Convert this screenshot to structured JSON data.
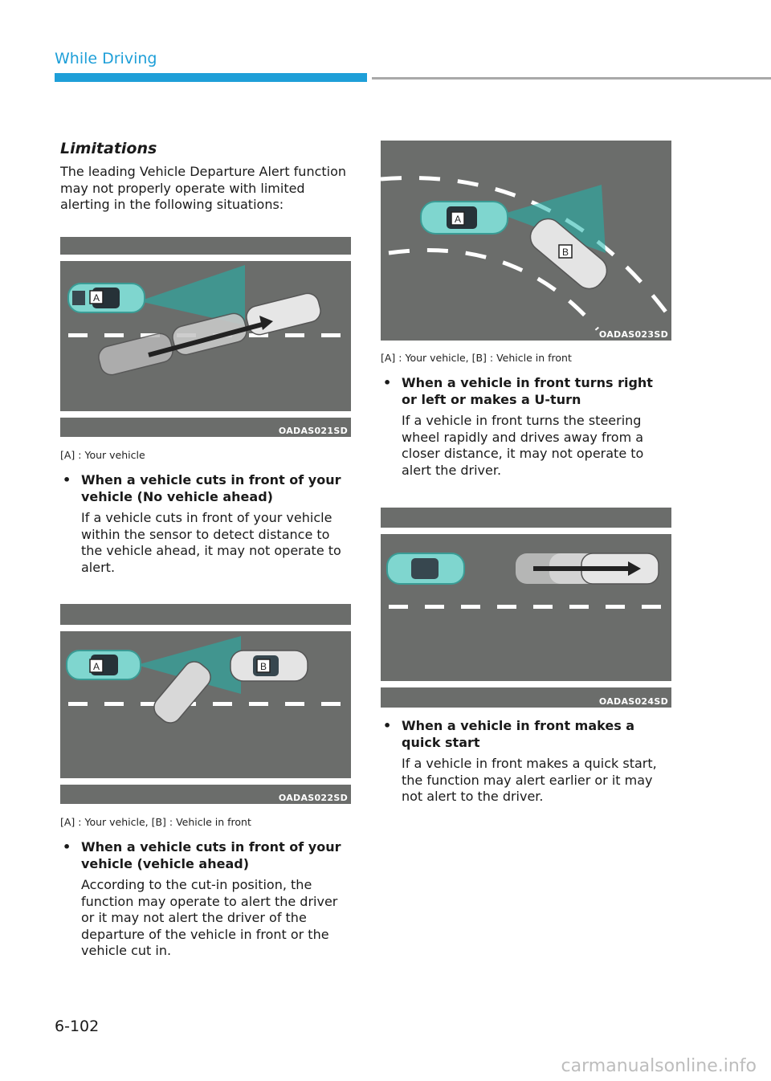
{
  "header": {
    "section": "While Driving"
  },
  "left": {
    "heading": "Limitations",
    "intro": "The leading Vehicle Departure Alert function may not properly operate with limited alerting in the following situations:"
  },
  "figures": [
    {
      "code": "OADAS021SD",
      "caption": "[A] : Your vehicle",
      "labels": [
        "A"
      ]
    },
    {
      "code": "OADAS022SD",
      "caption": "[A] : Your vehicle, [B] : Vehicle in front",
      "labels": [
        "A",
        "B"
      ]
    },
    {
      "code": "OADAS023SD",
      "caption": "[A] : Your vehicle, [B] : Vehicle in front",
      "labels": [
        "A",
        "B"
      ]
    },
    {
      "code": "OADAS024SD",
      "caption": "",
      "labels": []
    }
  ],
  "bullets": [
    {
      "title": "When a vehicle cuts in front of your vehicle (No vehicle ahead)",
      "body": "If a vehicle cuts in front of your vehicle within the sensor to detect distance to the vehicle ahead, it may not operate to alert."
    },
    {
      "title": "When a vehicle cuts in front of your vehicle (vehicle ahead)",
      "body": "According to the cut-in position, the function may operate to alert the driver or it may not alert the driver of the departure of the vehicle in front or the vehicle cut in."
    },
    {
      "title": "When a vehicle in front turns right or left or makes a U-turn",
      "body": "If a vehicle in front turns the steering wheel rapidly and drives away from a closer distance, it may not operate to alert the driver."
    },
    {
      "title": "When a vehicle in front makes a quick start",
      "body": "If a vehicle in front makes a quick start, the function may alert earlier or it may not alert to the driver."
    }
  ],
  "bullet_symbol": "•",
  "footer": {
    "page": "6-102",
    "watermark": "carmanualsonline.info"
  },
  "colors": {
    "accent": "#1e9fd8",
    "road": "#6b6d6b",
    "own_car": "#7fd6cf",
    "sensor": "#1fb7ad"
  }
}
